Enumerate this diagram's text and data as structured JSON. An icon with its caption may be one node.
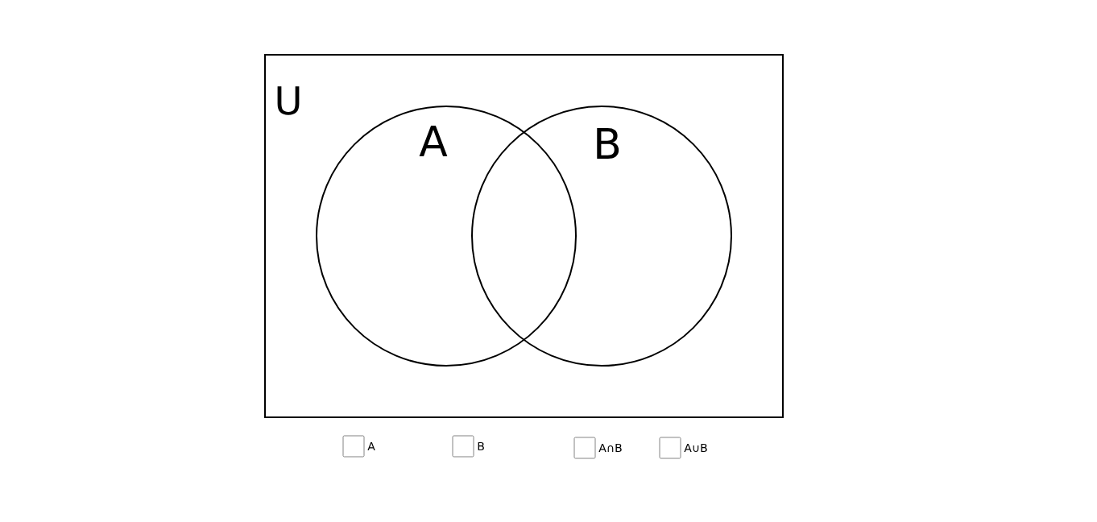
{
  "diagram": {
    "nodes": [
      {
        "text": [
          "U"
        ]
      },
      {
        "text": [
          "A"
        ],
        "in": 0
      },
      {
        "text": [
          "B"
        ],
        "in": 0
      }
    ],
    "labels": [
      "A",
      "B",
      "A∩B",
      "A∪B"
    ]
  }
}
